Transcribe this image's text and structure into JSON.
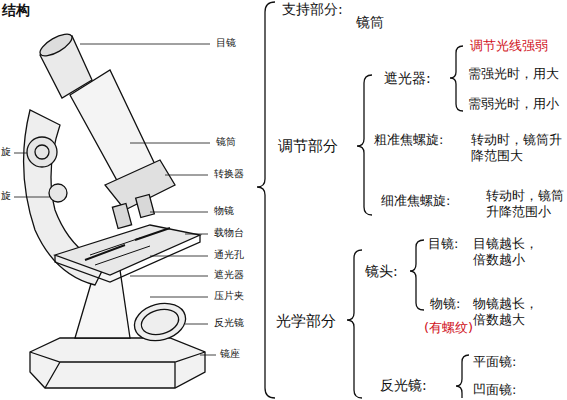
{
  "diagram": {
    "title": "结构",
    "labels": [
      "目镜",
      "镜筒",
      "转换器",
      "物镜",
      "载物台",
      "通光孔",
      "遮光器",
      "压片夹",
      "反光镜",
      "镜座",
      "旋",
      "旋",
      "支持部分:",
      "镜筒",
      "调节部分",
      "遮光器:",
      "调节光线强弱",
      "需强光时，用大",
      "需弱光时，用小",
      "粗准焦螺旋:",
      "转动时，镜筒升降范围大",
      "细准焦螺旋:",
      "转动时，镜筒升降范围小",
      "光学部分",
      "镜头:",
      "目镜:",
      "目镜越长，倍数越小",
      "物镜:",
      "物镜越长，倍数越大",
      "(有螺纹)",
      "反光镜:",
      "平面镜:",
      "凹面镜:"
    ]
  }
}
